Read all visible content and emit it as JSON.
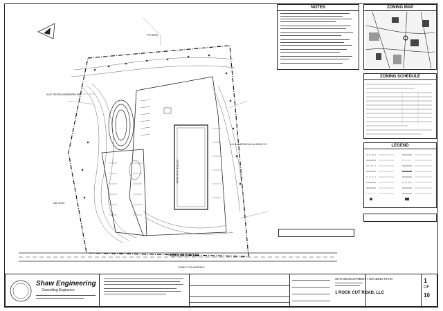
{
  "panels": {
    "notes_title": "NOTES",
    "zoning_map_title": "ZONING MAP",
    "zoning_schedule_title": "ZONING SCHEDULE",
    "legend_title": "LEGEND"
  },
  "plan": {
    "neighbor_top": "PETERS",
    "neighbor_left_1": "ACE REFRIGERATION, INC.",
    "neighbor_left_2": "KELSON",
    "neighbor_right": "A & A AMERICAN ALARM CO.",
    "road_label": "ROCK CUT ROAD",
    "road_below": "COMO COLANDREA",
    "building_label": "OFFICE BUILDING"
  },
  "title_block": {
    "firm_name": "Shaw Engineering",
    "firm_subtitle": "Consulting Engineers",
    "sheet_title": "SITE DEVELOPMENT / GRADING PLAN",
    "project": "1 ROCK CUT ROAD, LLC",
    "sheet_number": "1",
    "sheet_of": "OF",
    "sheet_total": "10"
  }
}
